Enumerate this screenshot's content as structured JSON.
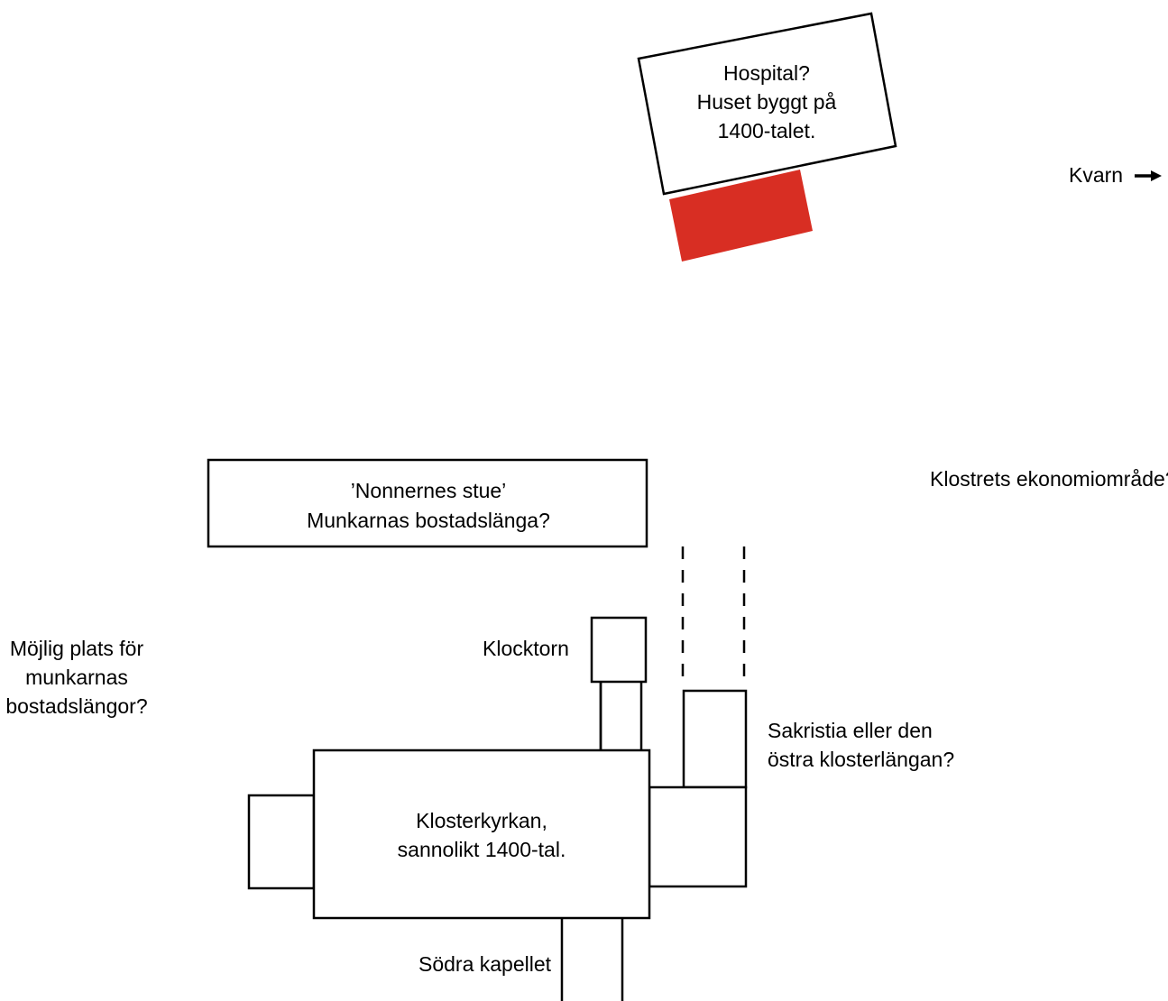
{
  "colors": {
    "line": "#000000",
    "highlight": "#d82e23",
    "background": "#ffffff"
  },
  "labels": {
    "hospital": [
      "Hospital?",
      "Huset byggt på",
      "1400-talet."
    ],
    "kvarn": "Kvarn",
    "kvarn_arrow_icon": "arrow-right-icon",
    "nonnernes": [
      "’Nonnernes stue’",
      "Munkarnas bostadslänga?"
    ],
    "ekonomi": "Klostrets ekonomiområde?",
    "mojlig": [
      "Möjlig plats för",
      "munkarnas",
      "bostadslängor?"
    ],
    "klocktorn": "Klocktorn",
    "sakristia": [
      "Sakristia eller den",
      "östra klosterlängan?"
    ],
    "kyrkan": [
      "Klosterkyrkan,",
      "sannolikt 1400-tal."
    ],
    "sodra": "Södra kapellet"
  }
}
